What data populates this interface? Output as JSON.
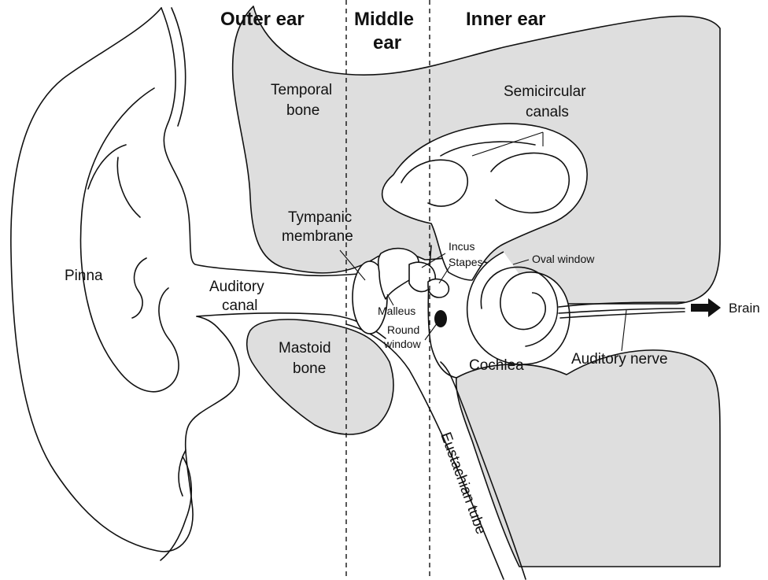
{
  "regions": {
    "outer_ear": "Outer ear",
    "middle_ear_line1": "Middle",
    "middle_ear_line2": "ear",
    "inner_ear": "Inner ear"
  },
  "labels": {
    "temporal_bone_1": "Temporal",
    "temporal_bone_2": "bone",
    "semicircular_1": "Semicircular",
    "semicircular_2": "canals",
    "tympanic_1": "Tympanic",
    "tympanic_2": "membrane",
    "incus": "Incus",
    "stapes": "Stapes",
    "oval_window": "Oval window",
    "pinna": "Pinna",
    "auditory_canal_1": "Auditory",
    "auditory_canal_2": "canal",
    "malleus": "Malleus",
    "round_window_1": "Round",
    "round_window_2": "window",
    "brain": "Brain",
    "mastoid_1": "Mastoid",
    "mastoid_2": "bone",
    "cochlea": "Cochlea",
    "auditory_nerve": "Auditory nerve",
    "eustachian_tube": "Eustachian tube"
  },
  "colors": {
    "bone_fill": "#dedede",
    "line": "#111111"
  }
}
